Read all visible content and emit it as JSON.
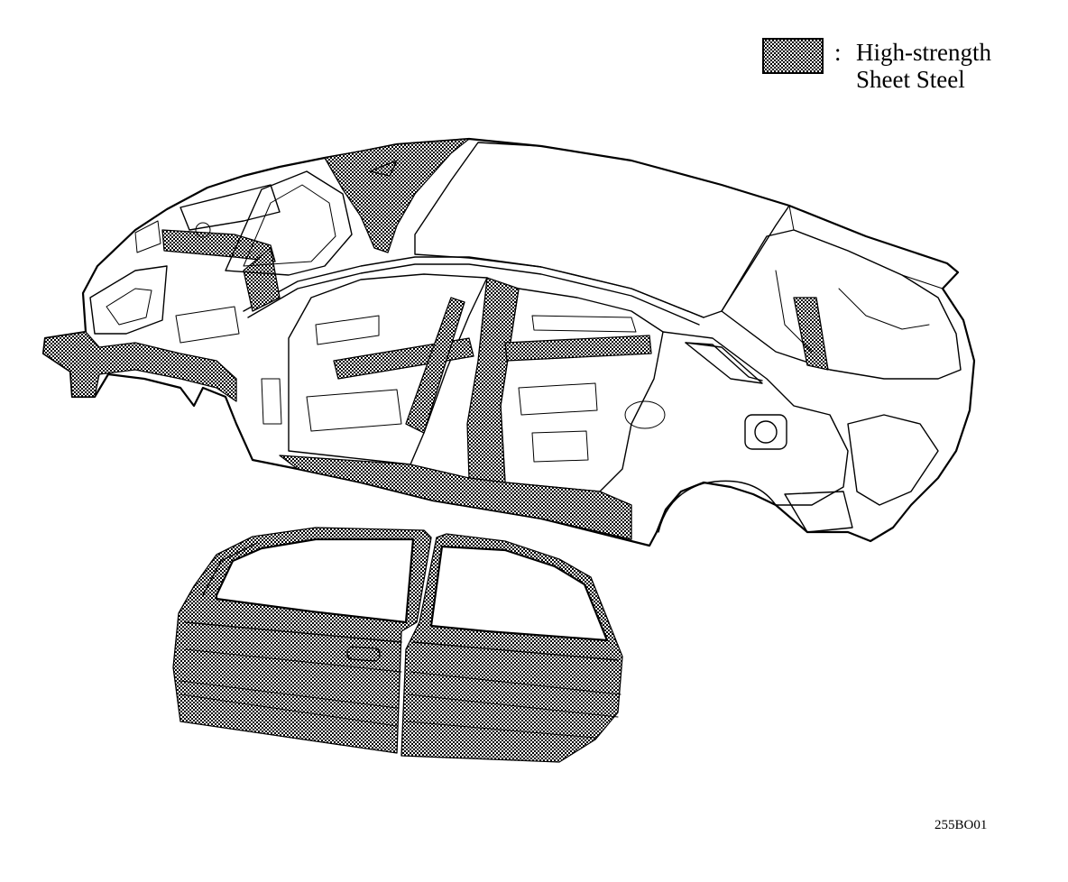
{
  "legend": {
    "colon": ":",
    "line1": "High-strength",
    "line2": "Sheet Steel"
  },
  "drawing_code": "255BO01",
  "colors": {
    "ink": "#000000",
    "paper": "#ffffff",
    "high_strength_fill": "#9a9a9a"
  },
  "components": [
    "body-shell",
    "roof-panel",
    "front-pillar",
    "center-pillar",
    "rocker-panel",
    "front-side-member",
    "front-door",
    "rear-door"
  ]
}
